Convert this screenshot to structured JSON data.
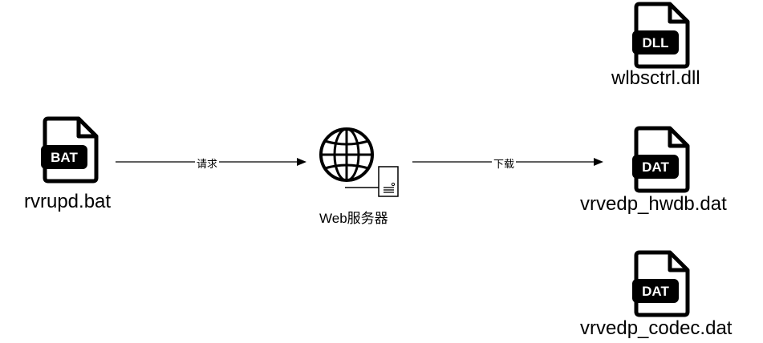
{
  "nodes": {
    "source_file": {
      "badge": "BAT",
      "label": "rvrupd.bat"
    },
    "server": {
      "label": "Web服务器"
    },
    "dll_file": {
      "badge": "DLL",
      "label": "wlbsctrl.dll"
    },
    "dat_file_1": {
      "badge": "DAT",
      "label": "vrvedp_hwdb.dat"
    },
    "dat_file_2": {
      "badge": "DAT",
      "label": "vrvedp_codec.dat"
    }
  },
  "edges": {
    "request": {
      "label": "请求"
    },
    "download": {
      "label": "下载"
    }
  },
  "icons": {
    "file": "file-icon",
    "server": "globe-server-icon"
  }
}
